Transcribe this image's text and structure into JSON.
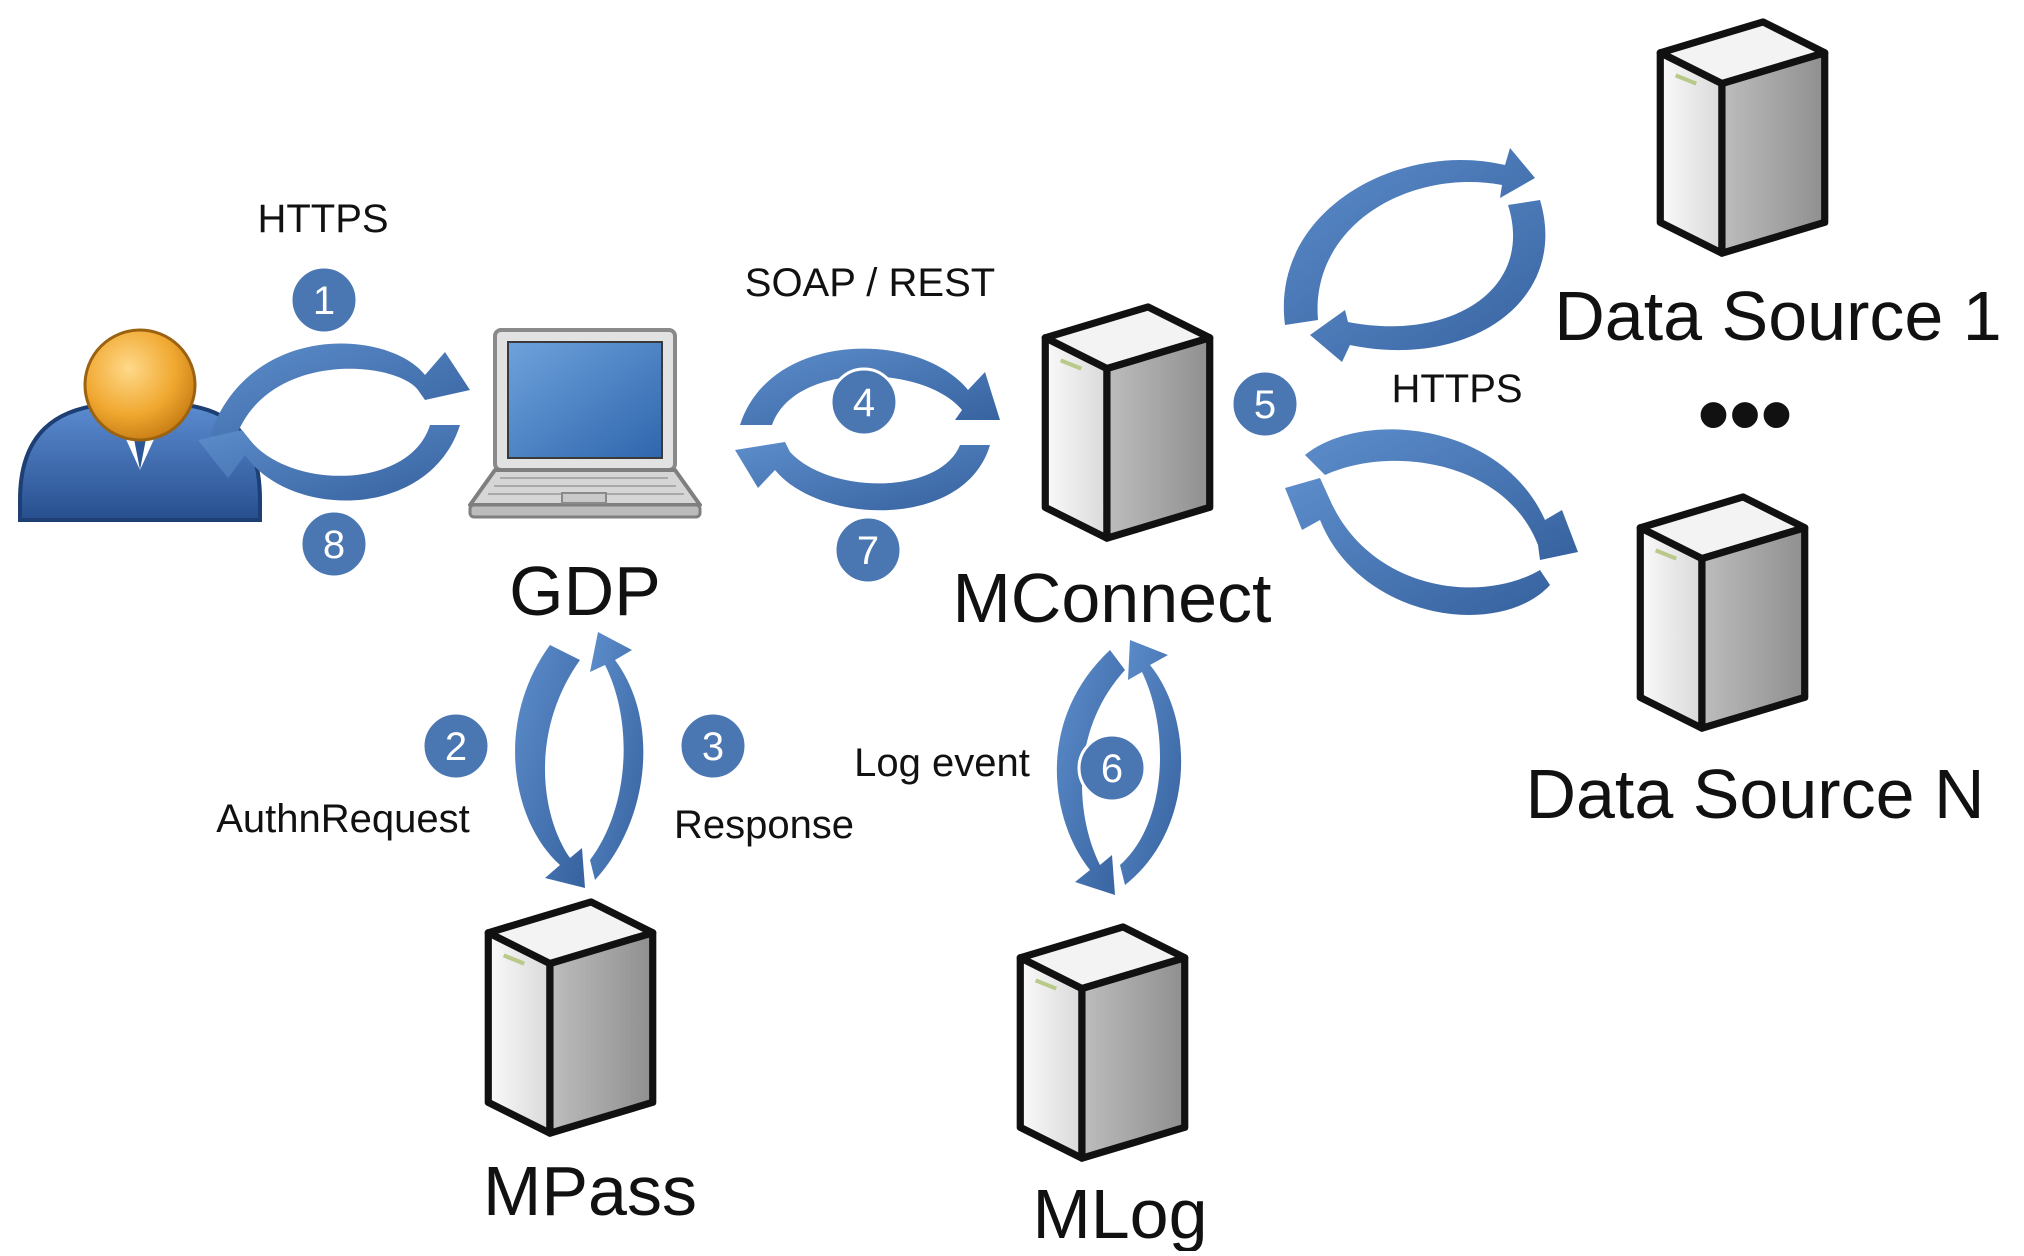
{
  "nodes": {
    "user": {
      "label": ""
    },
    "gdp": {
      "label": "GDP"
    },
    "mconnect": {
      "label": "MConnect"
    },
    "mpass": {
      "label": "MPass"
    },
    "mlog": {
      "label": "MLog"
    },
    "ds1": {
      "label": "Data Source 1"
    },
    "dsn": {
      "label": "Data Source N"
    }
  },
  "ellipsis": "•••",
  "edge_labels": {
    "https_user": "HTTPS",
    "soap_rest": "SOAP / REST",
    "https_ds": "HTTPS",
    "authn_request": "AuthnRequest",
    "response": "Response",
    "log_event": "Log event"
  },
  "steps": [
    "1",
    "2",
    "3",
    "4",
    "5",
    "6",
    "7",
    "8"
  ],
  "colors": {
    "arrow": "#4a77b2",
    "step_circle": "#4a77b2",
    "server_body": "#e6e6e6",
    "user_head": "#e8a33a",
    "user_body": "#3d6db3",
    "laptop_screen": "#4e87c9"
  }
}
